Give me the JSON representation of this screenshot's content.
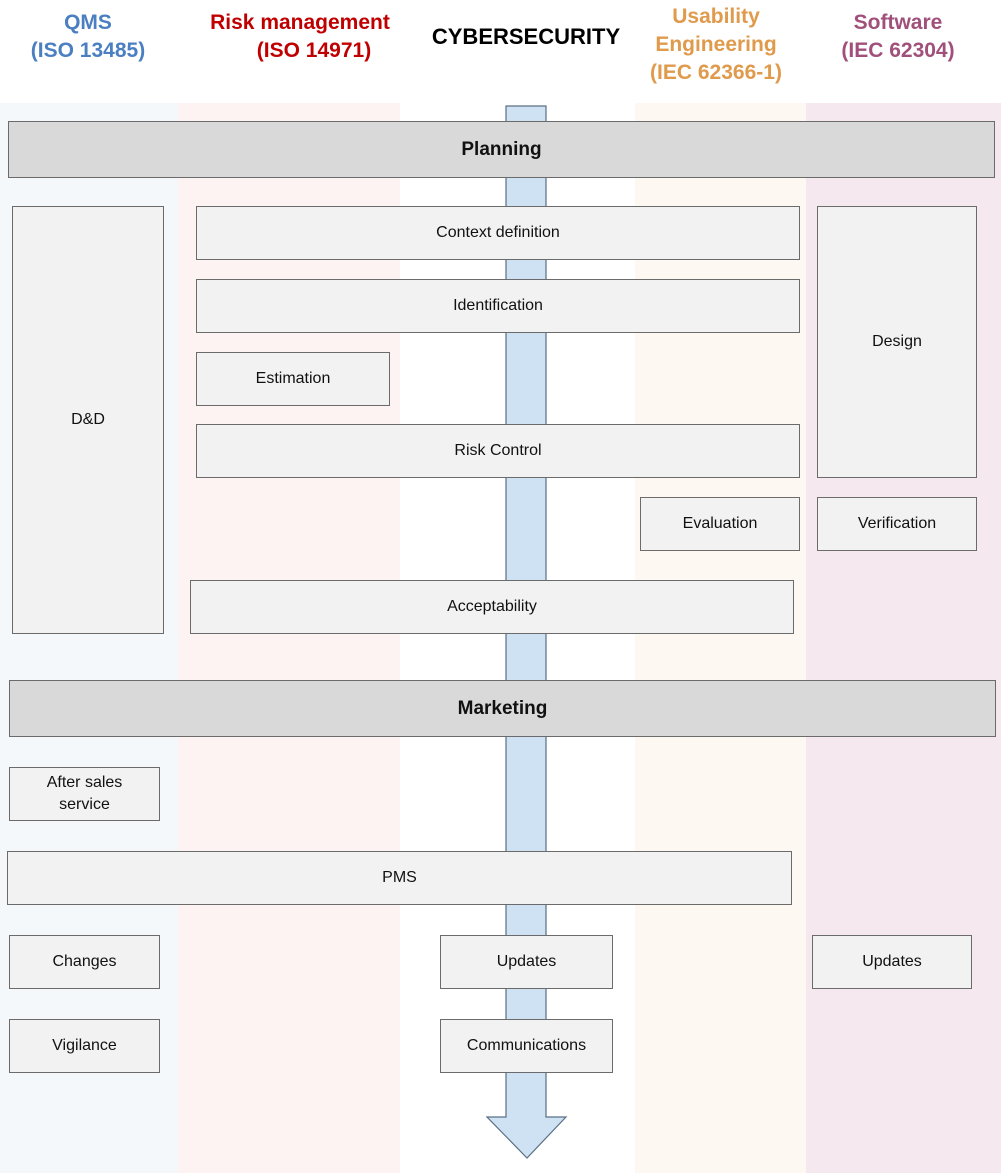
{
  "headers": {
    "qms": [
      "QMS",
      "(ISO 13485)"
    ],
    "risk": [
      "Risk management",
      "(ISO 14971)"
    ],
    "cyber": "CYBERSECURITY",
    "usability": [
      "Usability",
      "Engineering",
      "(IEC 62366-1)"
    ],
    "software": [
      "Software",
      "(IEC 62304)"
    ]
  },
  "colors": {
    "qms": "#4a7fc1",
    "risk": "#c00000",
    "usability": "#e09a4c",
    "software": "#a0507a",
    "arrow_fill": "#cfe2f3"
  },
  "bands": {
    "planning": "Planning",
    "marketing": "Marketing"
  },
  "boxes": {
    "dd": "D&D",
    "context_definition": "Context definition",
    "identification": "Identification",
    "estimation": "Estimation",
    "risk_control": "Risk Control",
    "design": "Design",
    "evaluation": "Evaluation",
    "verification": "Verification",
    "acceptability": "Acceptability",
    "after_sales": "After sales service",
    "pms": "PMS",
    "changes": "Changes",
    "updates_cyber": "Updates",
    "updates_software": "Updates",
    "vigilance": "Vigilance",
    "communications": "Communications"
  }
}
